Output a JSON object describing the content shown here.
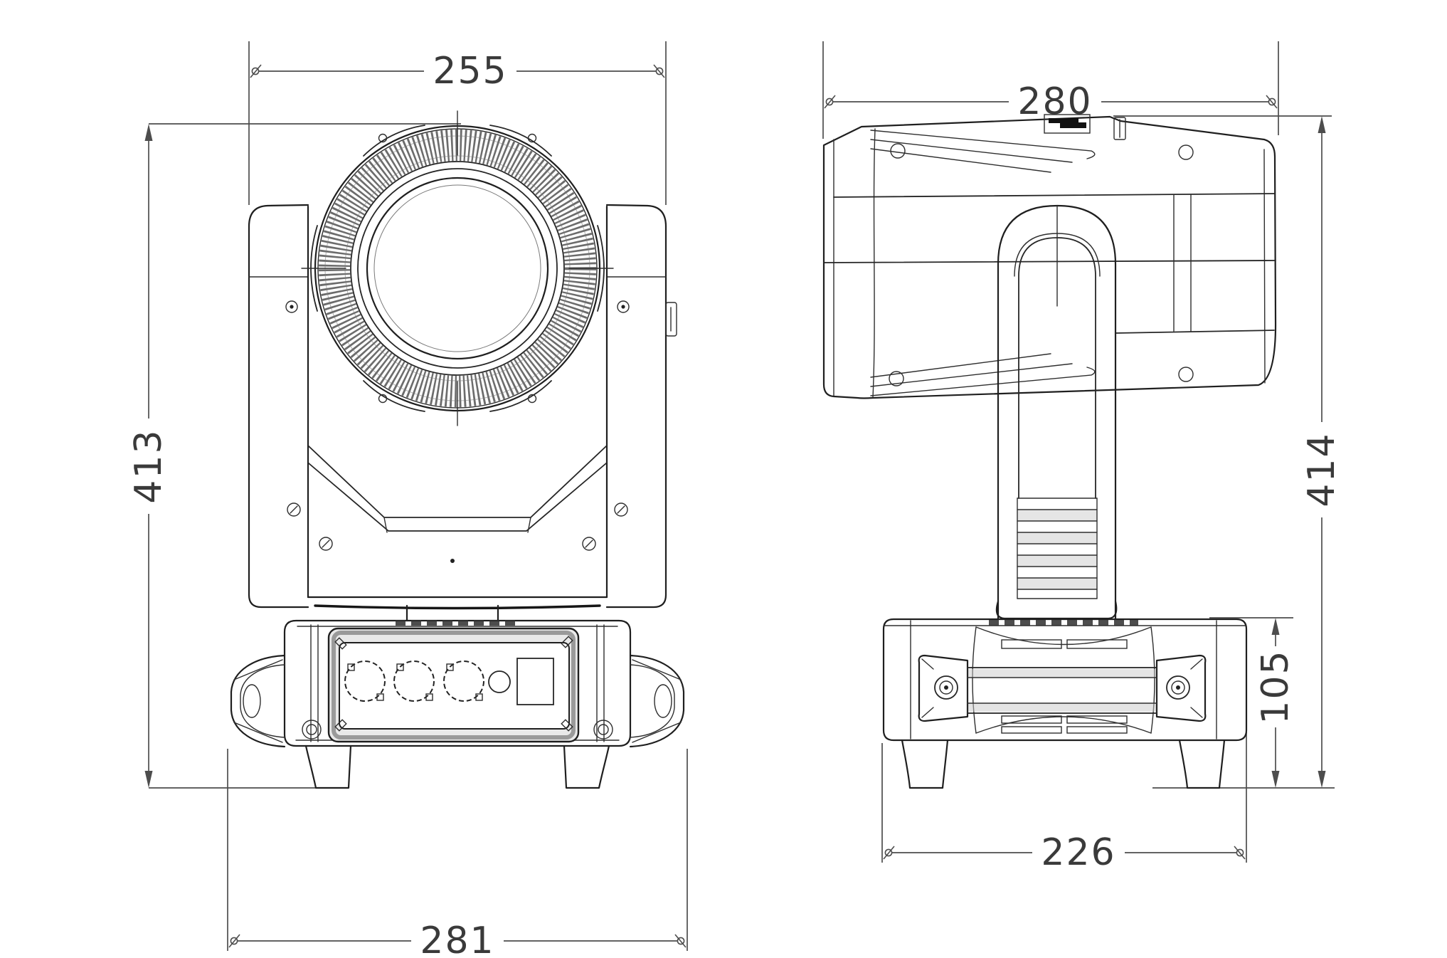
{
  "drawing": {
    "kind": "moving-head-stage-light dimensional drawing",
    "views": {
      "front": {
        "label": "front-view",
        "dims": {
          "head_width": "255",
          "overall_height": "413",
          "base_width": "281"
        }
      },
      "side": {
        "label": "side-view",
        "dims": {
          "head_depth": "280",
          "overall_height": "414",
          "base_height": "105",
          "base_depth": "226"
        }
      }
    },
    "colors": {
      "background": "#ffffff",
      "object_line": "#1f1f1f",
      "dimension_line": "#4d4d4d",
      "dimension_text": "#3a3a3a"
    }
  }
}
